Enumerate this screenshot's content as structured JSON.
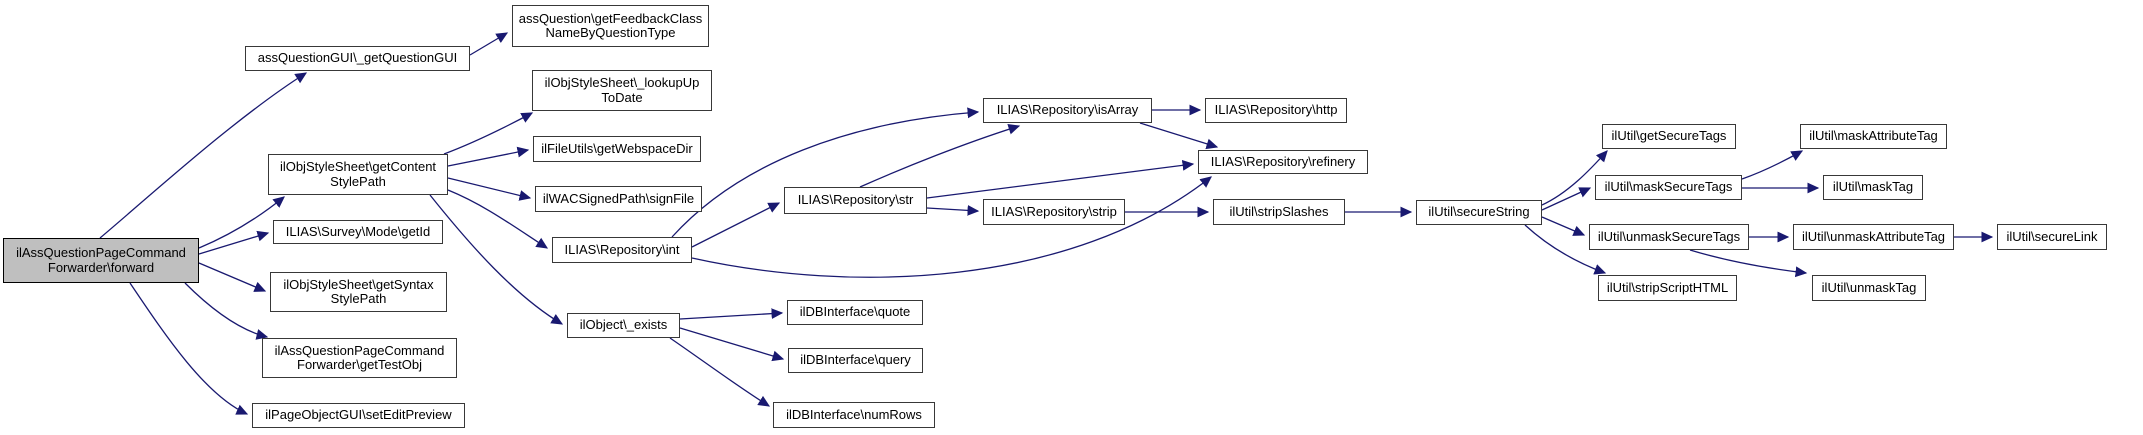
{
  "diagram": {
    "type": "call-graph",
    "background_color": "#ffffff",
    "edge_color": "#191970",
    "node_fill": "#ffffff",
    "node_border_color": "#383838",
    "root_node_fill": "#bfbfbf",
    "root_node": "ilAssQuestionPageCommandForwarder\\forward",
    "nodes": {
      "forward": {
        "lines": [
          "ilAssQuestionPageCommand",
          "Forwarder\\forward"
        ],
        "highlighted": true
      },
      "get_question_gui": {
        "lines": [
          "assQuestionGUI\\_getQuestionGUI"
        ],
        "highlighted": false
      },
      "get_feedback_class": {
        "lines": [
          "assQuestion\\getFeedbackClass",
          "NameByQuestionType"
        ],
        "highlighted": false
      },
      "lookup_up_to_date": {
        "lines": [
          "ilObjStyleSheet\\_lookupUp",
          "ToDate"
        ],
        "highlighted": false
      },
      "get_webspace_dir": {
        "lines": [
          "ilFileUtils\\getWebspaceDir"
        ],
        "highlighted": false
      },
      "sign_file": {
        "lines": [
          "ilWACSignedPath\\signFile"
        ],
        "highlighted": false
      },
      "get_content_style_path": {
        "lines": [
          "ilObjStyleSheet\\getContent",
          "StylePath"
        ],
        "highlighted": false
      },
      "survey_mode_get_id": {
        "lines": [
          "ILIAS\\Survey\\Mode\\getId"
        ],
        "highlighted": false
      },
      "get_syntax_style_path": {
        "lines": [
          "ilObjStyleSheet\\getSyntax",
          "StylePath"
        ],
        "highlighted": false
      },
      "get_test_obj": {
        "lines": [
          "ilAssQuestionPageCommand",
          "Forwarder\\getTestObj"
        ],
        "highlighted": false
      },
      "set_edit_preview": {
        "lines": [
          "ilPageObjectGUI\\setEditPreview"
        ],
        "highlighted": false
      },
      "repo_int": {
        "lines": [
          "ILIAS\\Repository\\int"
        ],
        "highlighted": false
      },
      "obj_exists": {
        "lines": [
          "ilObject\\_exists"
        ],
        "highlighted": false
      },
      "db_quote": {
        "lines": [
          "ilDBInterface\\quote"
        ],
        "highlighted": false
      },
      "db_query": {
        "lines": [
          "ilDBInterface\\query"
        ],
        "highlighted": false
      },
      "db_num_rows": {
        "lines": [
          "ilDBInterface\\numRows"
        ],
        "highlighted": false
      },
      "repo_str": {
        "lines": [
          "ILIAS\\Repository\\str"
        ],
        "highlighted": false
      },
      "repo_is_array": {
        "lines": [
          "ILIAS\\Repository\\isArray"
        ],
        "highlighted": false
      },
      "repo_strip": {
        "lines": [
          "ILIAS\\Repository\\strip"
        ],
        "highlighted": false
      },
      "repo_http": {
        "lines": [
          "ILIAS\\Repository\\http"
        ],
        "highlighted": false
      },
      "repo_refinery": {
        "lines": [
          "ILIAS\\Repository\\refinery"
        ],
        "highlighted": false
      },
      "strip_slashes": {
        "lines": [
          "ilUtil\\stripSlashes"
        ],
        "highlighted": false
      },
      "secure_string": {
        "lines": [
          "ilUtil\\secureString"
        ],
        "highlighted": false
      },
      "get_secure_tags": {
        "lines": [
          "ilUtil\\getSecureTags"
        ],
        "highlighted": false
      },
      "mask_secure_tags": {
        "lines": [
          "ilUtil\\maskSecureTags"
        ],
        "highlighted": false
      },
      "unmask_secure_tags": {
        "lines": [
          "ilUtil\\unmaskSecureTags"
        ],
        "highlighted": false
      },
      "strip_script_html": {
        "lines": [
          "ilUtil\\stripScriptHTML"
        ],
        "highlighted": false
      },
      "mask_attribute_tag": {
        "lines": [
          "ilUtil\\maskAttributeTag"
        ],
        "highlighted": false
      },
      "mask_tag": {
        "lines": [
          "ilUtil\\maskTag"
        ],
        "highlighted": false
      },
      "unmask_attribute_tag": {
        "lines": [
          "ilUtil\\unmaskAttributeTag"
        ],
        "highlighted": false
      },
      "unmask_tag": {
        "lines": [
          "ilUtil\\unmaskTag"
        ],
        "highlighted": false
      },
      "secure_link": {
        "lines": [
          "ilUtil\\secureLink"
        ],
        "highlighted": false
      }
    },
    "edges": [
      {
        "from": "forward",
        "to": "get_question_gui"
      },
      {
        "from": "forward",
        "to": "get_content_style_path"
      },
      {
        "from": "forward",
        "to": "survey_mode_get_id"
      },
      {
        "from": "forward",
        "to": "get_syntax_style_path"
      },
      {
        "from": "forward",
        "to": "get_test_obj"
      },
      {
        "from": "forward",
        "to": "set_edit_preview"
      },
      {
        "from": "get_question_gui",
        "to": "get_feedback_class"
      },
      {
        "from": "get_content_style_path",
        "to": "lookup_up_to_date"
      },
      {
        "from": "get_content_style_path",
        "to": "get_webspace_dir"
      },
      {
        "from": "get_content_style_path",
        "to": "sign_file"
      },
      {
        "from": "get_content_style_path",
        "to": "repo_int"
      },
      {
        "from": "get_content_style_path",
        "to": "obj_exists"
      },
      {
        "from": "repo_int",
        "to": "repo_is_array"
      },
      {
        "from": "repo_int",
        "to": "repo_str"
      },
      {
        "from": "repo_int",
        "to": "repo_refinery"
      },
      {
        "from": "repo_str",
        "to": "repo_is_array"
      },
      {
        "from": "repo_str",
        "to": "repo_refinery"
      },
      {
        "from": "repo_str",
        "to": "repo_strip"
      },
      {
        "from": "repo_is_array",
        "to": "repo_http"
      },
      {
        "from": "repo_is_array",
        "to": "repo_refinery"
      },
      {
        "from": "repo_strip",
        "to": "strip_slashes"
      },
      {
        "from": "strip_slashes",
        "to": "secure_string"
      },
      {
        "from": "secure_string",
        "to": "get_secure_tags"
      },
      {
        "from": "secure_string",
        "to": "mask_secure_tags"
      },
      {
        "from": "secure_string",
        "to": "unmask_secure_tags"
      },
      {
        "from": "secure_string",
        "to": "strip_script_html"
      },
      {
        "from": "mask_secure_tags",
        "to": "mask_attribute_tag"
      },
      {
        "from": "mask_secure_tags",
        "to": "mask_tag"
      },
      {
        "from": "unmask_secure_tags",
        "to": "unmask_attribute_tag"
      },
      {
        "from": "unmask_secure_tags",
        "to": "unmask_tag"
      },
      {
        "from": "unmask_attribute_tag",
        "to": "secure_link"
      },
      {
        "from": "obj_exists",
        "to": "db_quote"
      },
      {
        "from": "obj_exists",
        "to": "db_query"
      },
      {
        "from": "obj_exists",
        "to": "db_num_rows"
      }
    ]
  }
}
